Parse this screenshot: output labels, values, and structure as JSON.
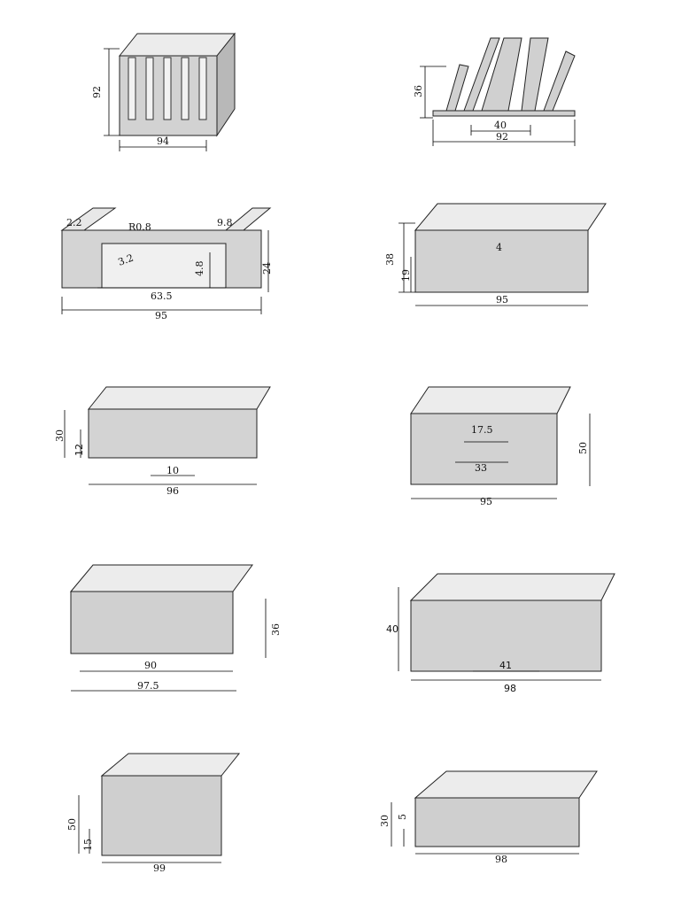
{
  "panels": [
    {
      "id": "p1",
      "labels": {
        "height": "92",
        "width": "94"
      }
    },
    {
      "id": "p2",
      "labels": {
        "height": "36",
        "inner_width": "40",
        "width": "92"
      }
    },
    {
      "id": "p3",
      "labels": {
        "fin_gap": "2.2",
        "radius": "R0.8",
        "fin_thickness_right": "9.8",
        "base_inner": "3.2",
        "base_height": "4.8",
        "height": "24",
        "inner_width": "63.5",
        "width": "95"
      }
    },
    {
      "id": "p4",
      "labels": {
        "height": "38",
        "mid_height": "19",
        "small": "4",
        "width": "95"
      }
    },
    {
      "id": "p5",
      "labels": {
        "height": "30",
        "base_height": "12",
        "slot_width": "10",
        "width": "96"
      }
    },
    {
      "id": "p6",
      "labels": {
        "center_width": "17.5",
        "height": "50",
        "inner_width": "33",
        "width": "95"
      }
    },
    {
      "id": "p7",
      "labels": {
        "height": "36",
        "inner_width": "90",
        "width": "97.5"
      }
    },
    {
      "id": "p8",
      "labels": {
        "height": "40",
        "inner_width": "41",
        "width": "98"
      }
    },
    {
      "id": "p9",
      "labels": {
        "height": "50",
        "base_height": "15",
        "width": "99"
      }
    },
    {
      "id": "p10",
      "labels": {
        "height": "30",
        "base_height": "5",
        "width": "98"
      }
    }
  ]
}
